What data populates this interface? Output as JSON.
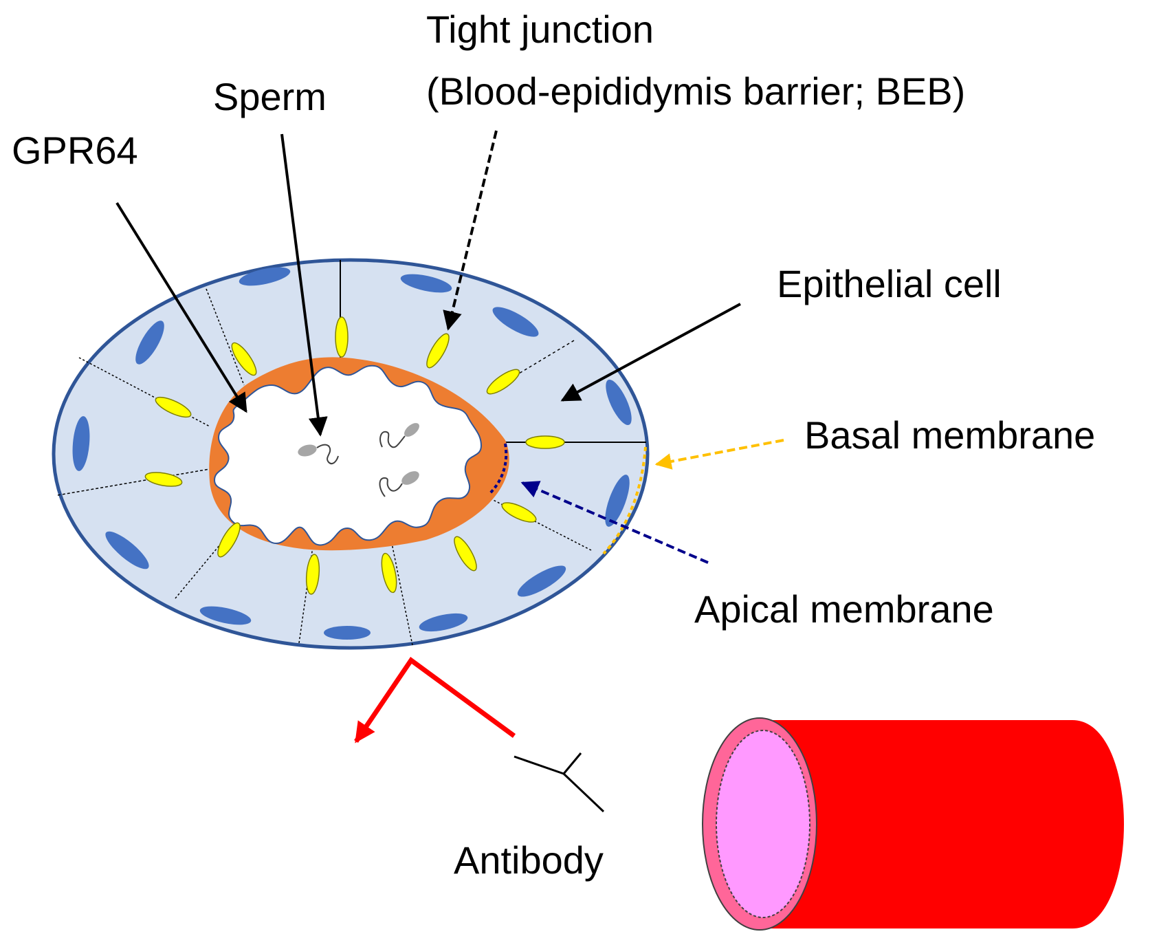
{
  "labels": {
    "tight_junction_line1": "Tight junction",
    "tight_junction_line2": "(Blood-epididymis barrier; BEB)",
    "sperm": "Sperm",
    "gpr64": "GPR64",
    "epithelial_cell": "Epithelial cell",
    "basal_membrane": "Basal membrane",
    "apical_membrane": "Apical membrane",
    "antibody": "Antibody"
  },
  "colors": {
    "tubule_fill": "#d6e1f1",
    "tubule_outline": "#2f5597",
    "nucleus": "#4472c4",
    "gpr64": "#ed7d31",
    "tight_junction": "#ffff00",
    "sperm": "#a6a6a6",
    "basal_arrow": "#ffc000",
    "apical_arrow": "#00008b",
    "blocked_arrow": "#ff0000",
    "vessel_body": "#ff0000",
    "vessel_rim": "#ff6699",
    "vessel_lumen": "#ff99ff"
  }
}
